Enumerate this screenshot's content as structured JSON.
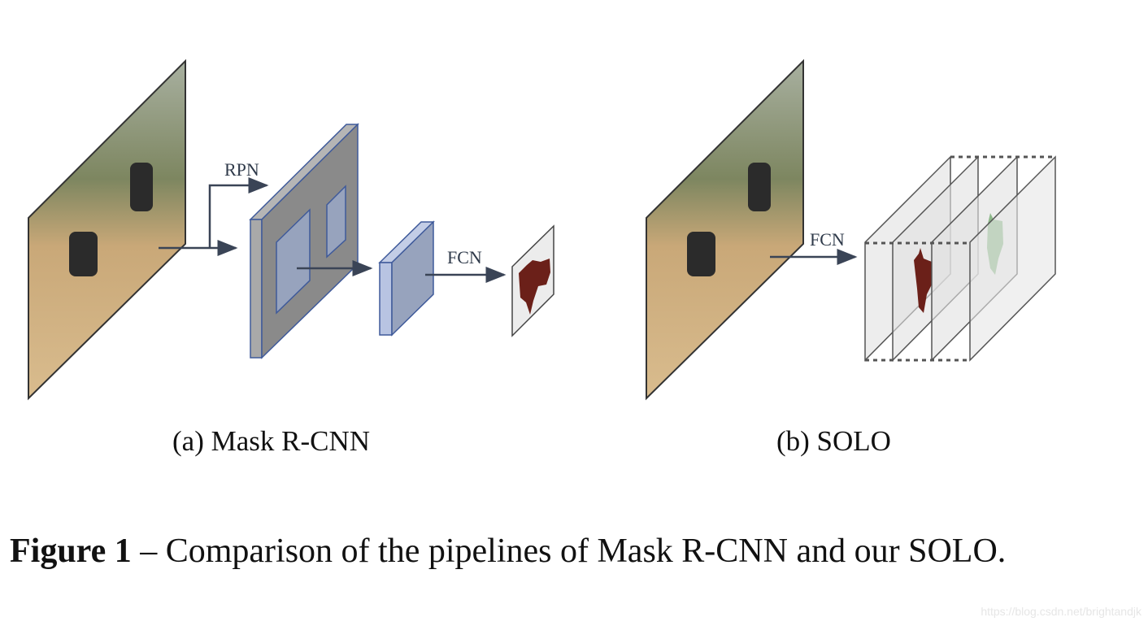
{
  "diagram": {
    "panel_a": {
      "caption": "(a)  Mask R-CNN",
      "rpn_label": "RPN",
      "fcn_label": "FCN"
    },
    "panel_b": {
      "caption": "(b)  SOLO",
      "fcn_label": "FCN"
    },
    "colors": {
      "arrow": "#3a4456",
      "feature_map": "#8a8a8a",
      "roi": "#97a3bd",
      "mask_red": "#6b2019",
      "mask_green": "#8db88a"
    }
  },
  "figure": {
    "label": "Figure 1",
    "text": " – Comparison of the pipelines of Mask R-CNN and our SOLO."
  },
  "watermark": "https://blog.csdn.net/brightandjk"
}
